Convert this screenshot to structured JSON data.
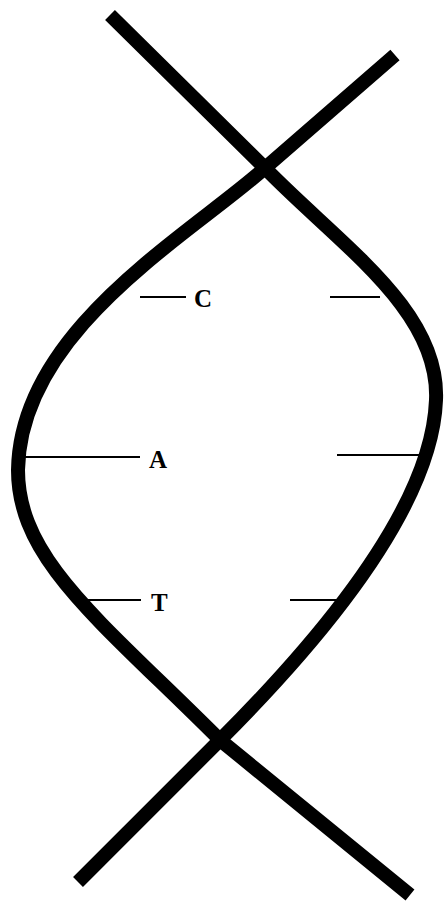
{
  "diagram": {
    "labels": [
      "C",
      "A",
      "T"
    ]
  }
}
